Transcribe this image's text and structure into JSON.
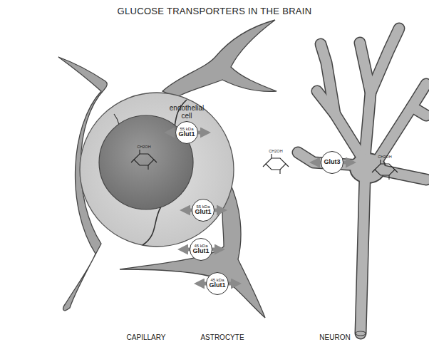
{
  "diagram": {
    "title": "GLUCOSE TRANSPORTERS IN THE BRAIN",
    "nodes": [
      {
        "text": [
          "55 kDa",
          "Glut1"
        ]
      },
      {
        "text": [
          "55 kDa",
          "Glut1"
        ]
      },
      {
        "text": [
          "45 kDa",
          "Glut1"
        ]
      },
      {
        "text": [
          "45 kDa",
          "Glut1"
        ]
      },
      {
        "text": [
          "Glut3"
        ]
      }
    ],
    "labels": [
      "endothelial cell",
      "CH2OH",
      "CH2OH",
      "CH2OH",
      "CAPILLARY",
      "ASTROCYTE",
      "NEURON"
    ]
  }
}
